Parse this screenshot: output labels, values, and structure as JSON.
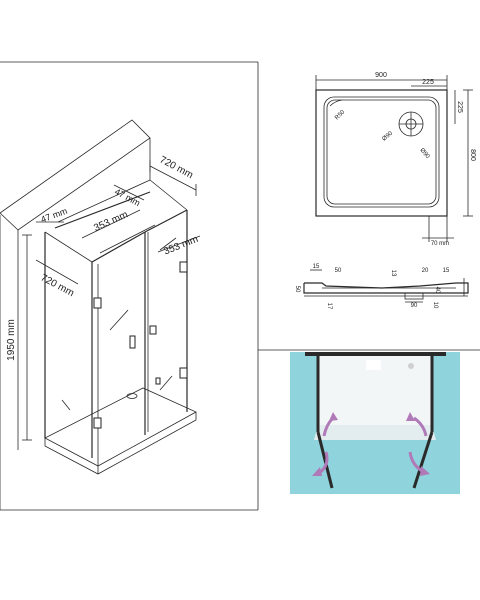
{
  "enclosure": {
    "width_top": "720 mm",
    "depth_top": "47 mm",
    "door_width": "353 mm",
    "panel_width": "353 mm",
    "left_return": "47 mm",
    "left_depth": "720 mm",
    "height": "1950 mm"
  },
  "tray_plan": {
    "overall_width": "900",
    "drain_offset_x": "225",
    "drain_offset_y": "225",
    "depth": "800",
    "corner_radius": "R50",
    "drain_dia": "Ø90",
    "lip": "70 mm"
  },
  "tray_section": {
    "d1": "15",
    "d2": "50",
    "d3": "50",
    "d4": "13",
    "d5": "20",
    "d6": "15",
    "d7": "17",
    "d8": "40",
    "d9": "90",
    "d10": "10"
  },
  "top_view": {
    "bg_color": "#8fd3dc",
    "arrow_color": "#b07ab8"
  }
}
